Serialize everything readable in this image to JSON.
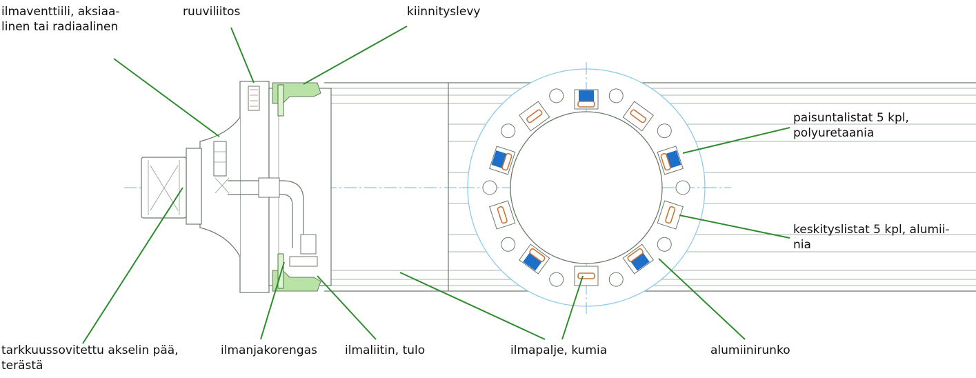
{
  "colors": {
    "leader": "#2e8b2e",
    "outline": "#6a7a6a",
    "axis": "#6fb6e0",
    "green_part": "#b9e3a6",
    "rubber_strip": "#1e6fc8",
    "aluminium_strip": "#c8743a"
  },
  "labels": {
    "valve": "ilmaventtiili, aksiaa-\nlinen tai radiaalinen",
    "screw": "ruuviliitos",
    "plate": "kiinnityslevy",
    "expansion": "paisuntalistat 5 kpl,\npolyuretaania",
    "centering": "keskityslistat 5 kpl, alumii-\nnia",
    "shaft": "tarkkuussovitettu akselin pää,\nterästä",
    "ring": "ilmanjakorengas",
    "inlet": "ilmaliitin, tulo",
    "bellows": "ilmapalje, kumia",
    "body": "alumiinirunko"
  }
}
